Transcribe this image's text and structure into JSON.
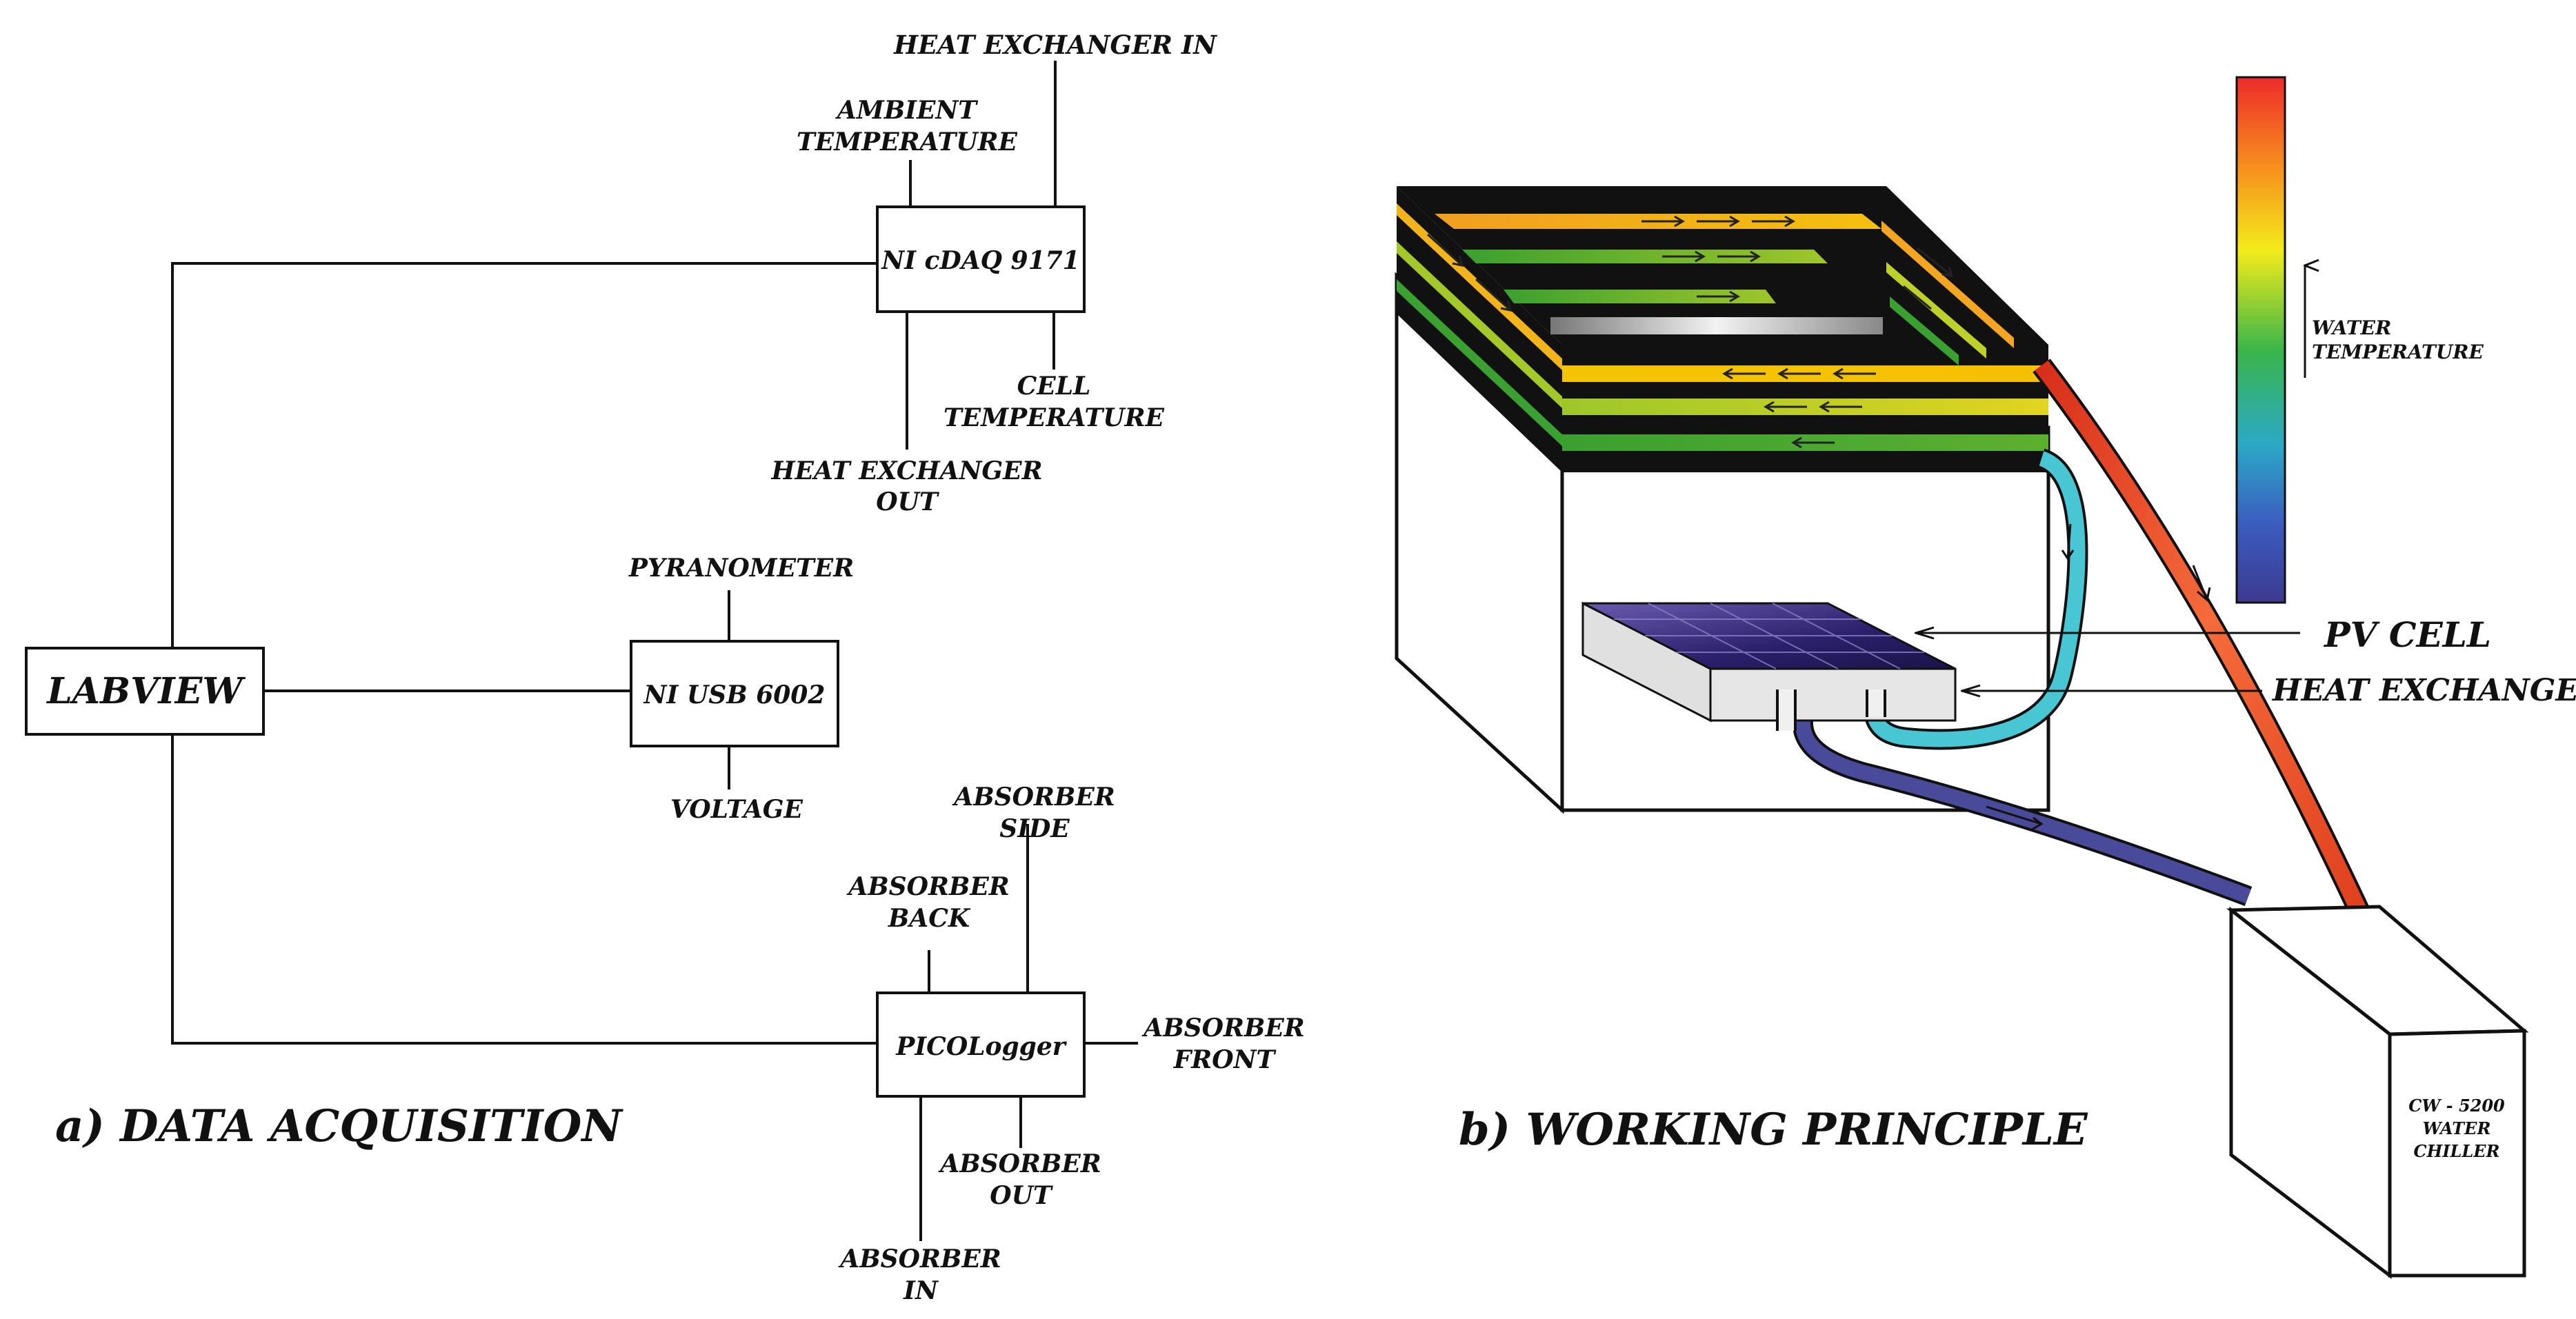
{
  "panel_a": {
    "caption": "a) DATA ACQUISITION",
    "boxes": {
      "labview": "LABVIEW",
      "cdaq": "NI cDAQ 9171",
      "usb": "NI USB 6002",
      "pico": "PICOLogger"
    },
    "sensors": {
      "heat_exchanger_in": "HEAT EXCHANGER IN",
      "ambient_1": "AMBIENT",
      "ambient_2": "TEMPERATURE",
      "cell_1": "CELL",
      "cell_2": "TEMPERATURE",
      "hx_out_1": "HEAT EXCHANGER",
      "hx_out_2": "OUT",
      "pyranometer": "PYRANOMETER",
      "voltage": "VOLTAGE",
      "abs_side_1": "ABSORBER",
      "abs_side_2": "SIDE",
      "abs_back_1": "ABSORBER",
      "abs_back_2": "BACK",
      "abs_front_1": "ABSORBER",
      "abs_front_2": "FRONT",
      "abs_out_1": "ABSORBER",
      "abs_out_2": "OUT",
      "abs_in_1": "ABSORBER",
      "abs_in_2": "IN"
    }
  },
  "panel_b": {
    "caption": "b) WORKING PRINCIPLE",
    "pv_cell": "PV CELL",
    "heat_exchanger": "HEAT EXCHANGER",
    "water_temp_1": "WATER",
    "water_temp_2": "TEMPERATURE",
    "chiller_1": "CW - 5200",
    "chiller_2": "WATER",
    "chiller_3": "CHILLER"
  },
  "colors": {
    "hot": "#f04a25",
    "warm": "#f5c000",
    "mid": "#3aa02f",
    "cool": "#49c6d4",
    "cold": "#4a4a9a",
    "black": "#111111"
  }
}
